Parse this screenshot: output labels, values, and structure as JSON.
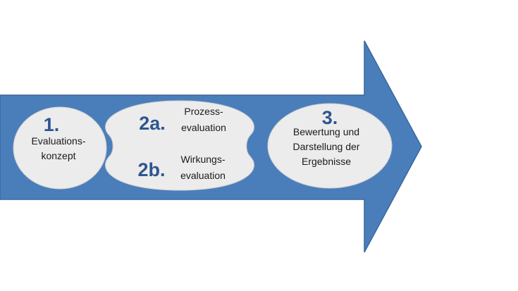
{
  "colors": {
    "arrow_fill": "#4a7ebb",
    "arrow_stroke": "#3a679d",
    "shape_fill": "#ececec",
    "shape_stroke": "#cfcfcf",
    "number_color": "#2f5590",
    "text_color": "#1a1a1a"
  },
  "step1": {
    "number": "1.",
    "line1": "Evaluations-",
    "line2": "konzept"
  },
  "step2a": {
    "number": "2a.",
    "line1": "Prozess-",
    "line2": "evaluation"
  },
  "step2b": {
    "number": "2b.",
    "line1": "Wirkungs-",
    "line2": "evaluation"
  },
  "step3": {
    "number": "3.",
    "line1": "Bewertung und",
    "line2": "Darstellung der",
    "line3": "Ergebnisse"
  }
}
